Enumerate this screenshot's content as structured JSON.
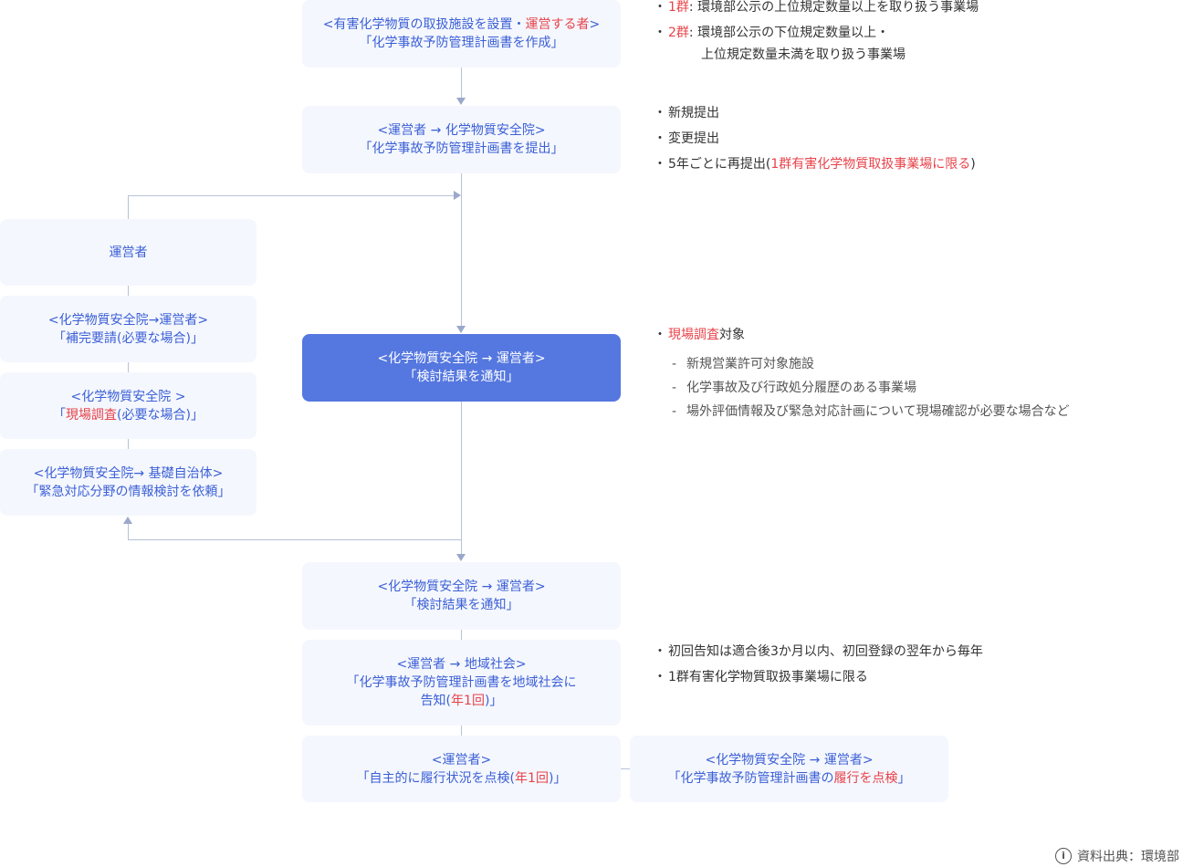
{
  "boxes": {
    "b1": {
      "l1a": "<有害化学物質の取扱施設を設置・",
      "l1b": "運営する者",
      "l1c": ">",
      "l2": "「化学事故予防管理計画書を作成」"
    },
    "b2": {
      "l1": "<運営者 → 化学物質安全院>",
      "l2": "「化学事故予防管理計画書を提出」"
    },
    "b3": {
      "l1": "<化学物質安全院 → 運営者>",
      "l2": "「検討結果を通知」"
    },
    "b4": {
      "l1": "<化学物質安全院 → 運営者>",
      "l2": "「検討結果を通知」"
    },
    "b5": {
      "l1": "<運営者 → 地域社会>",
      "l2": "「化学事故予防管理計画書を地域社会に",
      "l3a": "告知(",
      "l3b": "年1回",
      "l3c": ")」"
    },
    "b6": {
      "l1": "<運営者>",
      "l2a": "「自主的に履行状況を点検(",
      "l2b": "年1回",
      "l2c": ")」"
    },
    "b7": {
      "l1": "<化学物質安全院 → 運営者>",
      "l2a": "「化学事故予防管理計画書の",
      "l2b": "履行を点検",
      "l2c": "」"
    },
    "s1": {
      "l1": "運営者"
    },
    "s2": {
      "l1": "<化学物質安全院→運営者>",
      "l2": "「補完要請(必要な場合)」"
    },
    "s3": {
      "l1": "<化学物質安全院 >",
      "l2a": "「",
      "l2b": "現場調査",
      "l2c": "(必要な場合)」"
    },
    "s4": {
      "l1": "<化学物質安全院→ 基礎自治体>",
      "l2": "「緊急対応分野の情報検討を依頼」"
    }
  },
  "notes": {
    "n1": {
      "red": "1群",
      "text": ": 環境部公示の上位規定数量以上を取り扱う事業場"
    },
    "n2": {
      "red": "2群",
      "text": ": 環境部公示の下位規定数量以上・",
      "cont": "上位規定数量未満を取り扱う事業場"
    },
    "n3": "新規提出",
    "n4": "変更提出",
    "n5": {
      "text": "5年ごとに再提出(",
      "red": "1群有害化学物質取扱事業場に限る",
      "end": ")"
    },
    "n6": {
      "red": "現場調査",
      "text": "対象"
    },
    "n6_subs": [
      "新規営業許可対象施設",
      "化学事故及び行政処分履歴のある事業場",
      "場外評価情報及び緊急対応計画について現場確認が必要な場合など"
    ],
    "n7": "初回告知は適合後3か月以内、初回登録の翌年から毎年",
    "n8": "1群有害化学物質取扱事業場に限る",
    "bullet": "・",
    "dash": "-"
  },
  "source": "資料出典：環境部",
  "source_icon": "info-icon"
}
